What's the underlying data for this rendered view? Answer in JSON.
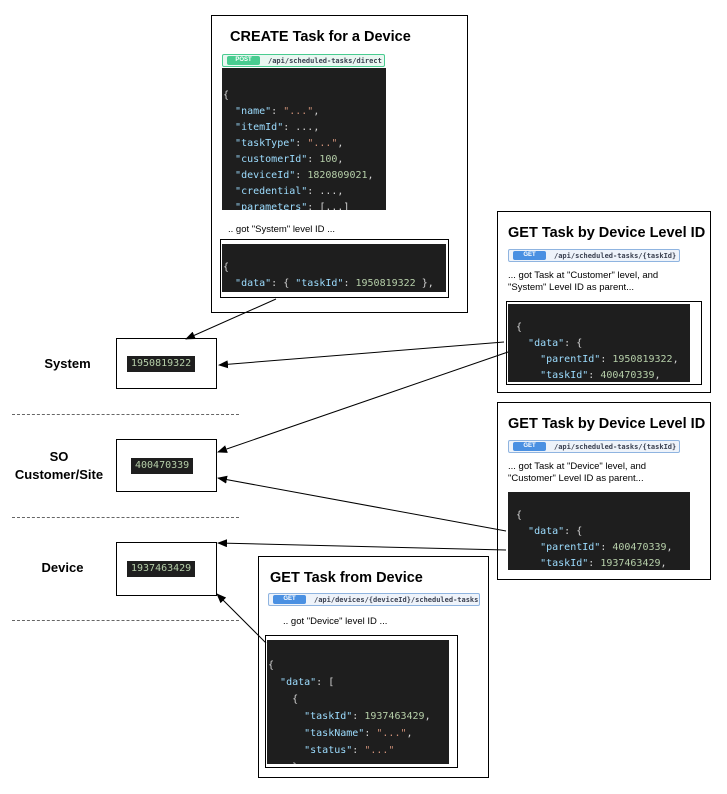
{
  "create": {
    "title": "CREATE Task for a Device",
    "method": "POST",
    "path": "/api/scheduled-tasks/direct",
    "body": {
      "open": "{",
      "name_k": "\"name\"",
      "name_v": "\"...\"",
      "itemId_k": "\"itemId\"",
      "itemId_v": "...",
      "taskType_k": "\"taskType\"",
      "taskType_v": "\"...\"",
      "customerId_k": "\"customerId\"",
      "customerId_v": "100",
      "deviceId_k": "\"deviceId\"",
      "deviceId_v": "1820809021",
      "credential_k": "\"credential\"",
      "credential_v": "...",
      "parameters_k": "\"parameters\"",
      "parameters_v": "[...]",
      "close": "}"
    },
    "note": ".. got \"System\" level ID ...",
    "response": {
      "data_k": "\"data\"",
      "taskId_k": "\"taskId\"",
      "taskId_v": "1950819322"
    }
  },
  "get_system": {
    "title": "GET Task by Device Level ID",
    "method": "GET",
    "path": "/api/scheduled-tasks/{taskId}",
    "note_line1": "... got Task at \"Customer\" level, and",
    "note_line2": "\"System\" Level ID as parent...",
    "data_k": "\"data\"",
    "parentId_k": "\"parentId\"",
    "parentId_v": "1950819322",
    "taskId_k": "\"taskId\"",
    "taskId_v": "400470339",
    "ellipsis": "..."
  },
  "get_customer": {
    "title": "GET Task by Device Level ID",
    "method": "GET",
    "path": "/api/scheduled-tasks/{taskId}",
    "note_line1": "... got Task at \"Device\" level, and",
    "note_line2": "\"Customer\" Level ID as parent...",
    "data_k": "\"data\"",
    "parentId_k": "\"parentId\"",
    "parentId_v": "400470339",
    "taskId_k": "\"taskId\"",
    "taskId_v": "1937463429",
    "ellipsis": "..."
  },
  "get_device": {
    "title": "GET Task from Device",
    "method": "GET",
    "path": "/api/devices/{deviceId}/scheduled-tasks",
    "note": ".. got \"Device\" level ID ...",
    "data_k": "\"data\"",
    "taskId_k": "\"taskId\"",
    "taskId_v": "1937463429",
    "taskName_k": "\"taskName\"",
    "taskName_v": "\"...\"",
    "status_k": "\"status\"",
    "status_v": "\"...\"",
    "tail": "], ..."
  },
  "levels": {
    "system": {
      "label": "System",
      "id": "1950819322"
    },
    "customer": {
      "label_line1": "SO",
      "label_line2": "Customer/Site",
      "id": "400470339"
    },
    "device": {
      "label": "Device",
      "id": "1937463429"
    }
  }
}
